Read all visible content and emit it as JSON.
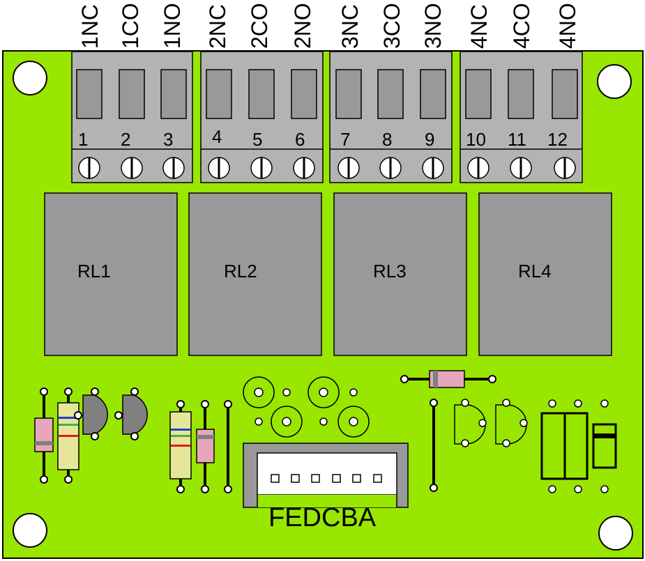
{
  "colors": {
    "board": "#99e600",
    "terminal_block": "#b3b3b3",
    "relay": "#999999",
    "resistor_body": "#e6e699",
    "diode_body": "#e6a6bb",
    "transistor": "#808080",
    "connector": "#999999"
  },
  "terminal_labels": [
    "1NC",
    "1CO",
    "1NO",
    "2NC",
    "2CO",
    "2NO",
    "3NC",
    "3CO",
    "3NO",
    "4NC",
    "4CO",
    "4NO"
  ],
  "pin_numbers": [
    "1",
    "2",
    "3",
    "4",
    "5",
    "6",
    "7",
    "8",
    "9",
    "10",
    "11",
    "12"
  ],
  "relays": [
    "RL1",
    "RL2",
    "RL3",
    "RL4"
  ],
  "connector": {
    "label": "FEDCBA",
    "pin_count": 6
  },
  "mounting_hole_icon": "circle-hole",
  "screw_icon": "screw-slot"
}
